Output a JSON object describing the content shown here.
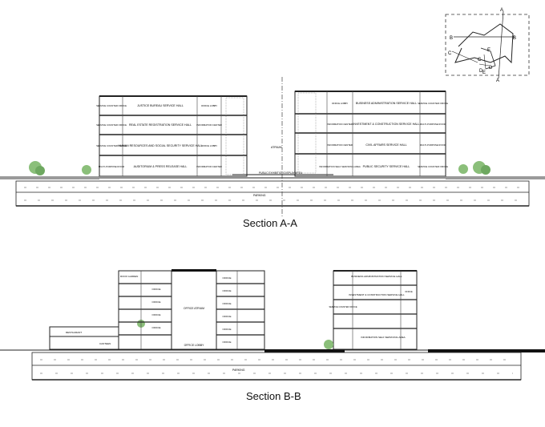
{
  "captions": {
    "section_a": "Section A-A",
    "section_b": "Section B-B"
  },
  "key_plan": {
    "markers": [
      "A",
      "A",
      "B",
      "B",
      "C",
      "C",
      "D",
      "D",
      "E",
      "E"
    ]
  },
  "section_a": {
    "left_block": {
      "halls": [
        "JUSTICE BUREAU SERVICE HALL",
        "REAL ESTATE REGISTRATION SERVICE HALL",
        "HUMAN RESOURCES AND SOCIAL SECURITY SERVICE HALL",
        "AUDITORIUM & PRESS RELEASE HALL"
      ],
      "left_rooms": [
        "SERVICE COUNTER OFFICE",
        "SERVICE COUNTER OFFICE",
        "SERVICE COUNTER OFFICE",
        "MULTI-PURPOSE ROOM"
      ],
      "right_rooms": [
        "OFFICE LOBBY",
        "INFORMATION CENTER",
        "OFFICE LOBBY",
        "INFORMATION CENTER"
      ]
    },
    "atrium": "ATRIUM",
    "exhibition": "PUBLIC EXHIBITION DISPLAY AREA",
    "right_block": {
      "halls": [
        "BUSINESS ADMINISTRATION SERVICE HALL",
        "INVESTMENT & CONSTRUCTION SERVICE HALL",
        "CIVIL AFFAIRS SERVICE HALL",
        "PUBLIC SECURITY SERVICE HALL"
      ],
      "left_rooms": [
        "OFFICE LOBBY",
        "INFORMATION CENTER",
        "INFORMATION CENTER",
        "INFORMATION SELF SERVICING AREA"
      ],
      "right_rooms": [
        "SERVICE COUNTER OFFICE",
        "MULTI-PURPOSE ROOM",
        "MULTI-PURPOSE ROOM",
        "SERVICE COUNTER OFFICE"
      ]
    },
    "parking": "PARKING"
  },
  "section_b": {
    "roof_garden": "ROOF GARDEN",
    "office_atrium": "OFFICE ATRIUM",
    "office_lobby": "OFFICE LOBBY",
    "restaurant": "RESTAURANT",
    "canteen": "CANTEEN",
    "office_rows": [
      "OFFICE",
      "OFFICE",
      "OFFICE",
      "OFFICE",
      "OFFICE",
      "OFFICE"
    ],
    "left_rows": [
      "OFFICE",
      "OFFICE",
      "OFFICE",
      "OFFICE"
    ],
    "right_block": {
      "business": "BUSINESS ADMINISTRATION SERVICE HALL",
      "investment": "INVESTMENT & CONSTRUCTION SERVICE HALL",
      "self_service": "INFORMATION SELF SERVICING AREA",
      "service_counter": "SERVICE COUNTER OFFICE",
      "office": "OFFICE"
    },
    "parking": "PARKING"
  }
}
